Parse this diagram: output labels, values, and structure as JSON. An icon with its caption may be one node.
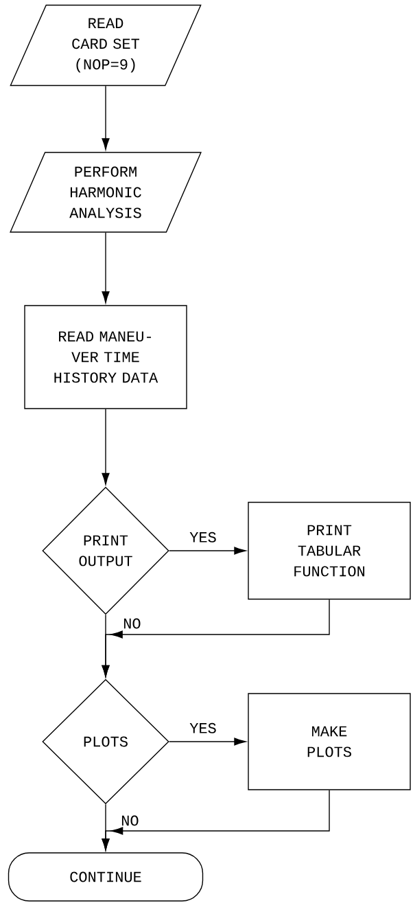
{
  "diagram": {
    "nodes": [
      {
        "text": [
          "READ CARD SET (NOP=9)"
        ]
      },
      {
        "text": [
          "PERFORM HARMONIC ANALYSIS"
        ]
      },
      {
        "text": [
          "READ MANEU- VER TIME HISTORY DATA"
        ]
      },
      {
        "text": [
          "PRINT OUTPUT"
        ]
      },
      {
        "text": [
          "PRINT TABULAR FUNCTION"
        ]
      },
      {
        "text": [
          "PLOTS"
        ]
      },
      {
        "text": [
          "MAKE PLOTS"
        ]
      },
      {
        "text": [
          "CONTINUE"
        ]
      }
    ],
    "edges": [
      {
        "from": 0,
        "to": 1,
        "arrow": "to"
      },
      {
        "from": 1,
        "to": 2,
        "arrow": "to"
      },
      {
        "from": 2,
        "to": 3,
        "arrow": "to"
      },
      {
        "from": 3,
        "to": 4,
        "arrow": "to",
        "label": "YES"
      },
      {
        "from": 3,
        "to": 5,
        "arrow": "to",
        "label": "NO"
      },
      {
        "from": 4,
        "to": 5,
        "arrow": "to"
      },
      {
        "from": 5,
        "to": 6,
        "arrow": "to",
        "label": "YES"
      },
      {
        "from": 5,
        "to": 7,
        "arrow": "to",
        "label": "NO"
      },
      {
        "from": 6,
        "to": 7,
        "arrow": "to"
      }
    ]
  }
}
